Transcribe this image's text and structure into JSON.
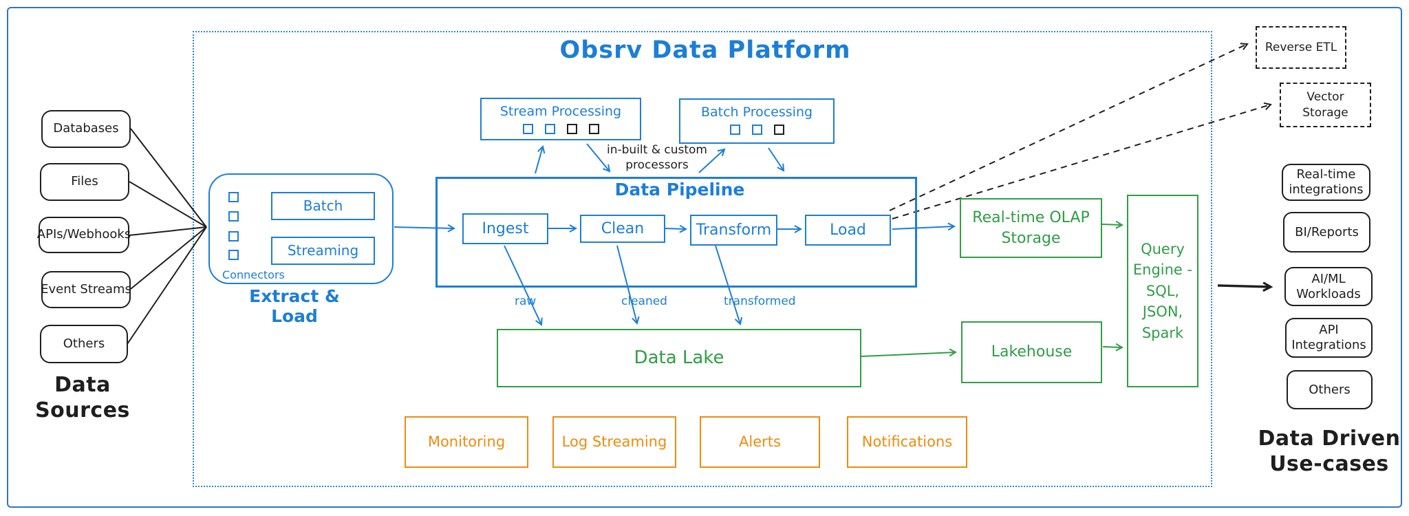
{
  "title": "Obsrv Data Platform",
  "colors": {
    "blue": "#1c7ed6",
    "green": "#2f9e44",
    "orange": "#ee8b0e",
    "ink": "#1e1e1e"
  },
  "data_sources": {
    "label": "Data Sources",
    "items": [
      "Databases",
      "Files",
      "APIs/Webhooks",
      "Event Streams",
      "Others"
    ]
  },
  "extract_load": {
    "label": "Extract & Load",
    "connectors_label": "Connectors",
    "modes": [
      "Batch",
      "Streaming"
    ]
  },
  "processing": {
    "stream_label": "Stream Processing",
    "batch_label": "Batch Processing",
    "note_line1": "in-built & custom",
    "note_line2": "processors"
  },
  "pipeline": {
    "label": "Data Pipeline",
    "stages": [
      "Ingest",
      "Clean",
      "Transform",
      "Load"
    ],
    "outputs": [
      "raw",
      "cleaned",
      "transformed"
    ]
  },
  "storage": {
    "data_lake": "Data Lake",
    "olap": "Real-time OLAP Storage",
    "lakehouse": "Lakehouse",
    "query_engine": "Query Engine - SQL, JSON, Spark"
  },
  "observability": [
    "Monitoring",
    "Log Streaming",
    "Alerts",
    "Notifications"
  ],
  "external_targets": {
    "reverse_etl": "Reverse ETL",
    "vector_storage_line1": "Vector",
    "vector_storage_line2": "Storage"
  },
  "use_cases": {
    "label_line1": "Data Driven",
    "label_line2": "Use-cases",
    "items": [
      "Real-time integrations",
      "BI/Reports",
      "AI/ML Workloads",
      "API Integrations",
      "Others"
    ]
  }
}
